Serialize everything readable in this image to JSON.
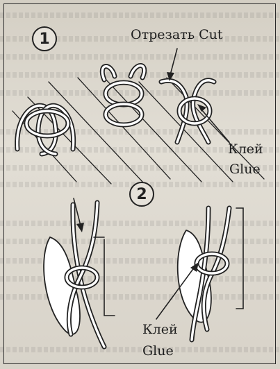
{
  "steps": [
    "1",
    "2"
  ],
  "labels": {
    "cut": "Отрезать  Cut",
    "glue_top_ru": "Клей",
    "glue_top_en": "Glue",
    "glue_bottom_ru": "Клей",
    "glue_bottom_en": "Glue"
  },
  "colors": {
    "ink": "#222222",
    "cord_fill": "#ffffff",
    "paper": "#e2ded5"
  }
}
